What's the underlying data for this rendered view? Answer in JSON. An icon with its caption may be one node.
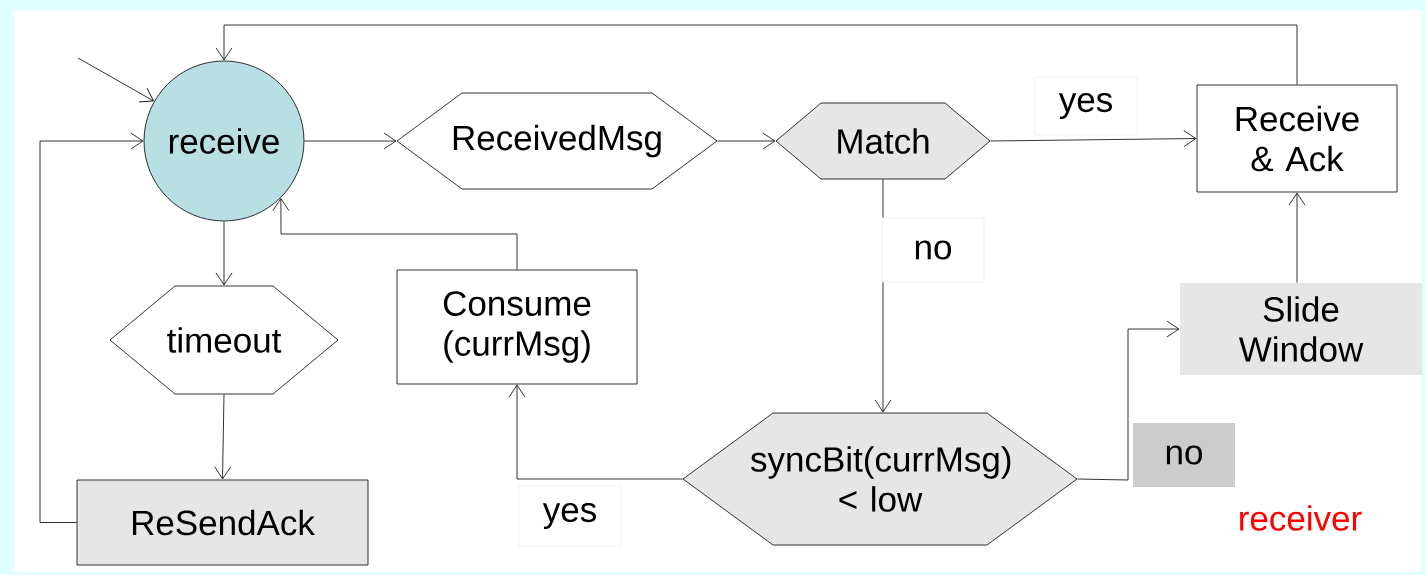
{
  "diagram": {
    "nodes": [
      {
        "text": [
          "receive"
        ]
      },
      {
        "text": [
          "ReceivedMsg"
        ]
      },
      {
        "text": [
          "Match"
        ]
      },
      {
        "text": [
          "Receive & Ack"
        ]
      },
      {
        "text": [
          "timeout"
        ]
      },
      {
        "text": [
          "Consume (currMsg)"
        ]
      },
      {
        "text": [
          "Slide Window"
        ]
      },
      {
        "text": [
          "ReSendAck"
        ]
      },
      {
        "text": [
          "syncBit(currMsg) < low"
        ]
      }
    ],
    "edges": [
      {
        "from": null,
        "to": 0,
        "arrow": "to"
      },
      {
        "from": 0,
        "to": 1,
        "arrow": "to"
      },
      {
        "from": 1,
        "to": 2,
        "arrow": "to"
      },
      {
        "from": 2,
        "to": 3,
        "arrow": "to",
        "label": "yes"
      },
      {
        "from": 3,
        "to": 0,
        "arrow": "to"
      },
      {
        "from": 0,
        "to": 4,
        "arrow": "to"
      },
      {
        "from": 4,
        "to": 7,
        "arrow": "to"
      },
      {
        "from": 7,
        "to": 0,
        "arrow": "to"
      },
      {
        "from": 5,
        "to": 0,
        "arrow": "to"
      },
      {
        "from": 2,
        "to": 8,
        "arrow": "to",
        "label": "no"
      },
      {
        "from": 8,
        "to": 5,
        "arrow": "to",
        "label": "yes"
      },
      {
        "from": 8,
        "to": 6,
        "arrow": "to",
        "label": "no"
      },
      {
        "from": 6,
        "to": 3,
        "arrow": "to"
      }
    ],
    "labels": [
      "receiver"
    ]
  }
}
